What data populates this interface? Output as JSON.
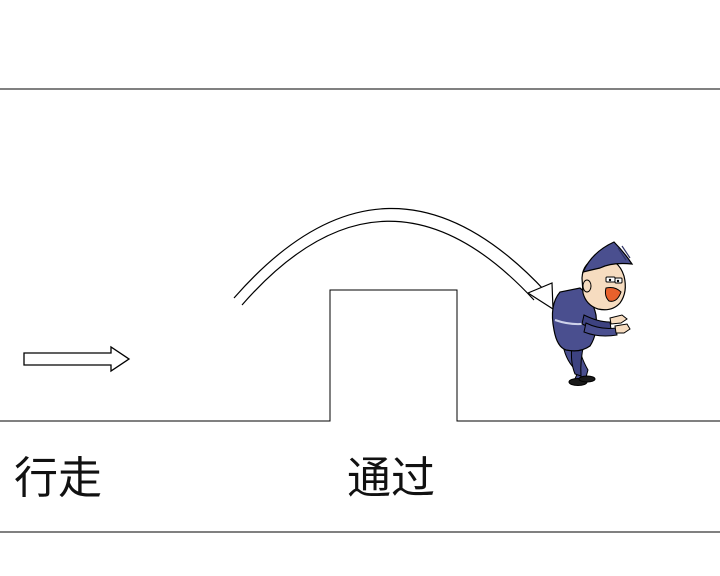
{
  "labels": {
    "walk": "行走",
    "pass": "通过"
  },
  "colors": {
    "line": "#000000",
    "uniform": "#4a4f8f",
    "uniform_dark": "#2f3366",
    "skin": "#f6dcc0",
    "mouth": "#e8612c",
    "shoe": "#1a1a1a",
    "background": "#ffffff"
  },
  "icons": {
    "direction_arrow": "right-arrow-icon",
    "jump_arrow": "curved-arrow-icon",
    "character": "jumping-man-figure"
  }
}
